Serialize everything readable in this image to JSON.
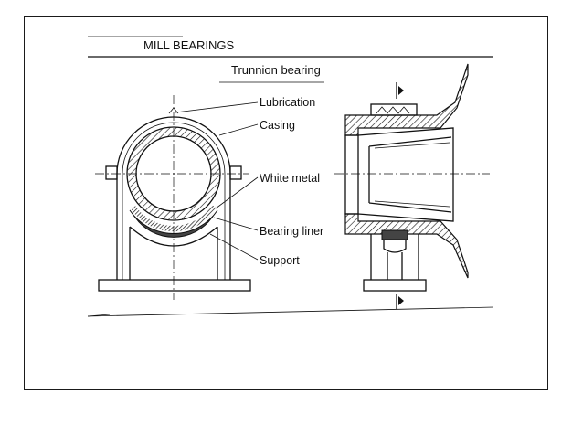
{
  "header": {
    "title": "MILL BEARINGS"
  },
  "diagram": {
    "subtitle": "Trunnion bearing",
    "labels": {
      "lubrication": "Lubrication",
      "casing": "Casing",
      "white_metal": "White metal",
      "bearing_liner": "Bearing liner",
      "support": "Support"
    }
  },
  "colors": {
    "ink": "#111111",
    "background": "#ffffff",
    "liner": "#444444"
  }
}
